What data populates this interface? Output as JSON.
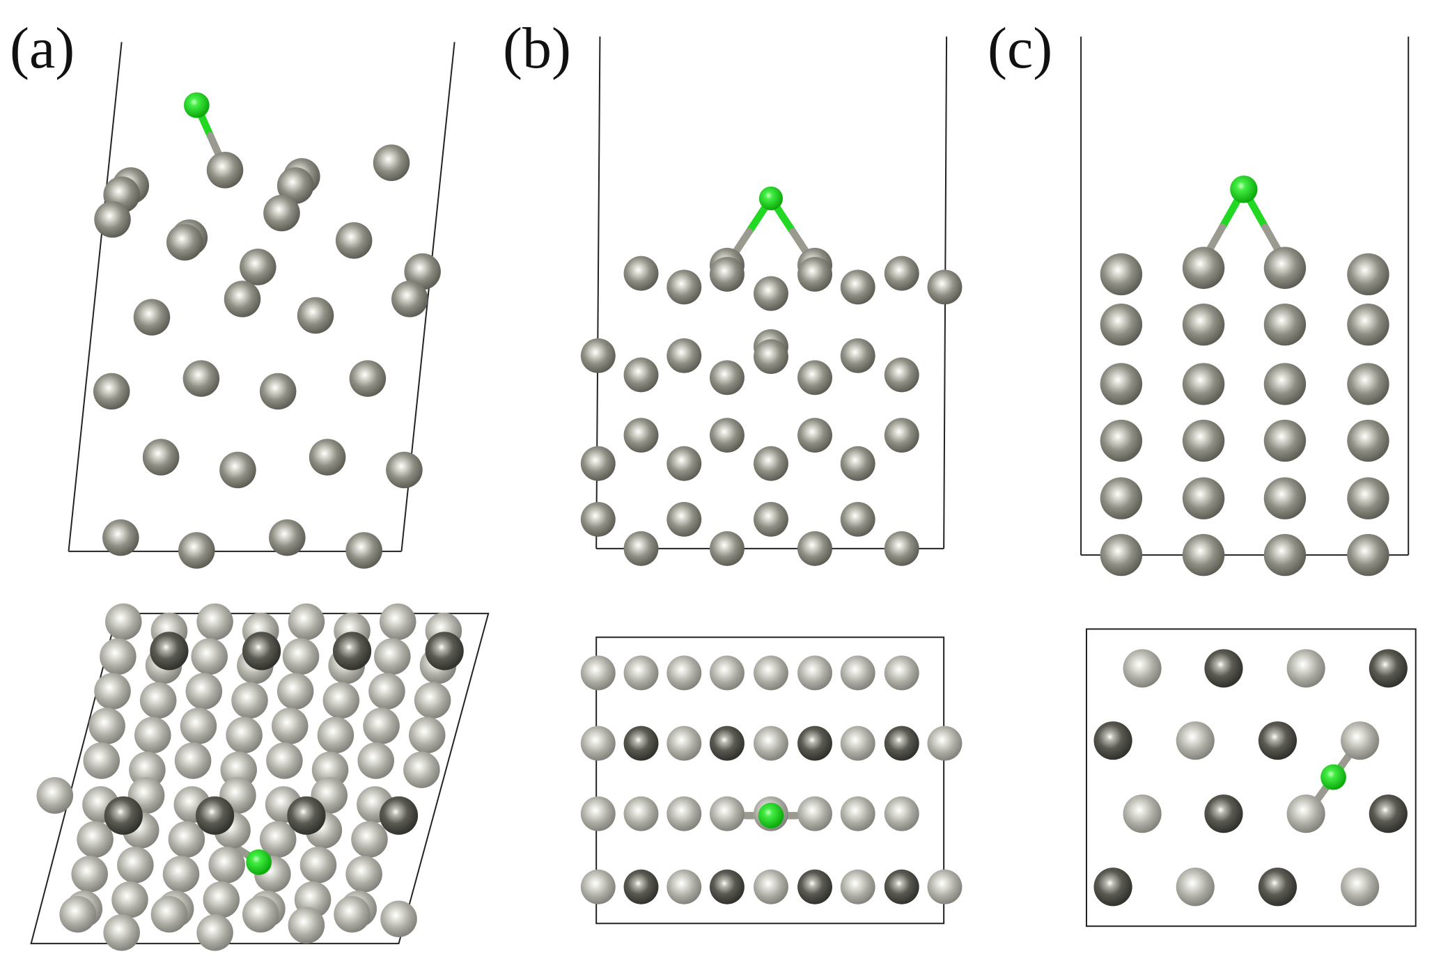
{
  "panels": [
    {
      "id": "a",
      "label": "(a)"
    },
    {
      "id": "b",
      "label": "(b)"
    },
    {
      "id": "c",
      "label": "(c)"
    }
  ],
  "colors": {
    "metal_atom": "#8e8e84",
    "metal_atom_dark": "#4e4e48",
    "metal_atom_light": "#a8a8a0",
    "adsorbate_atom": "#22d822",
    "bond_metal": "#9a9a90",
    "cell_line": "#222222"
  },
  "icons": {
    "atom": "sphere",
    "adsorbate": "green-sphere",
    "bond": "stick"
  }
}
